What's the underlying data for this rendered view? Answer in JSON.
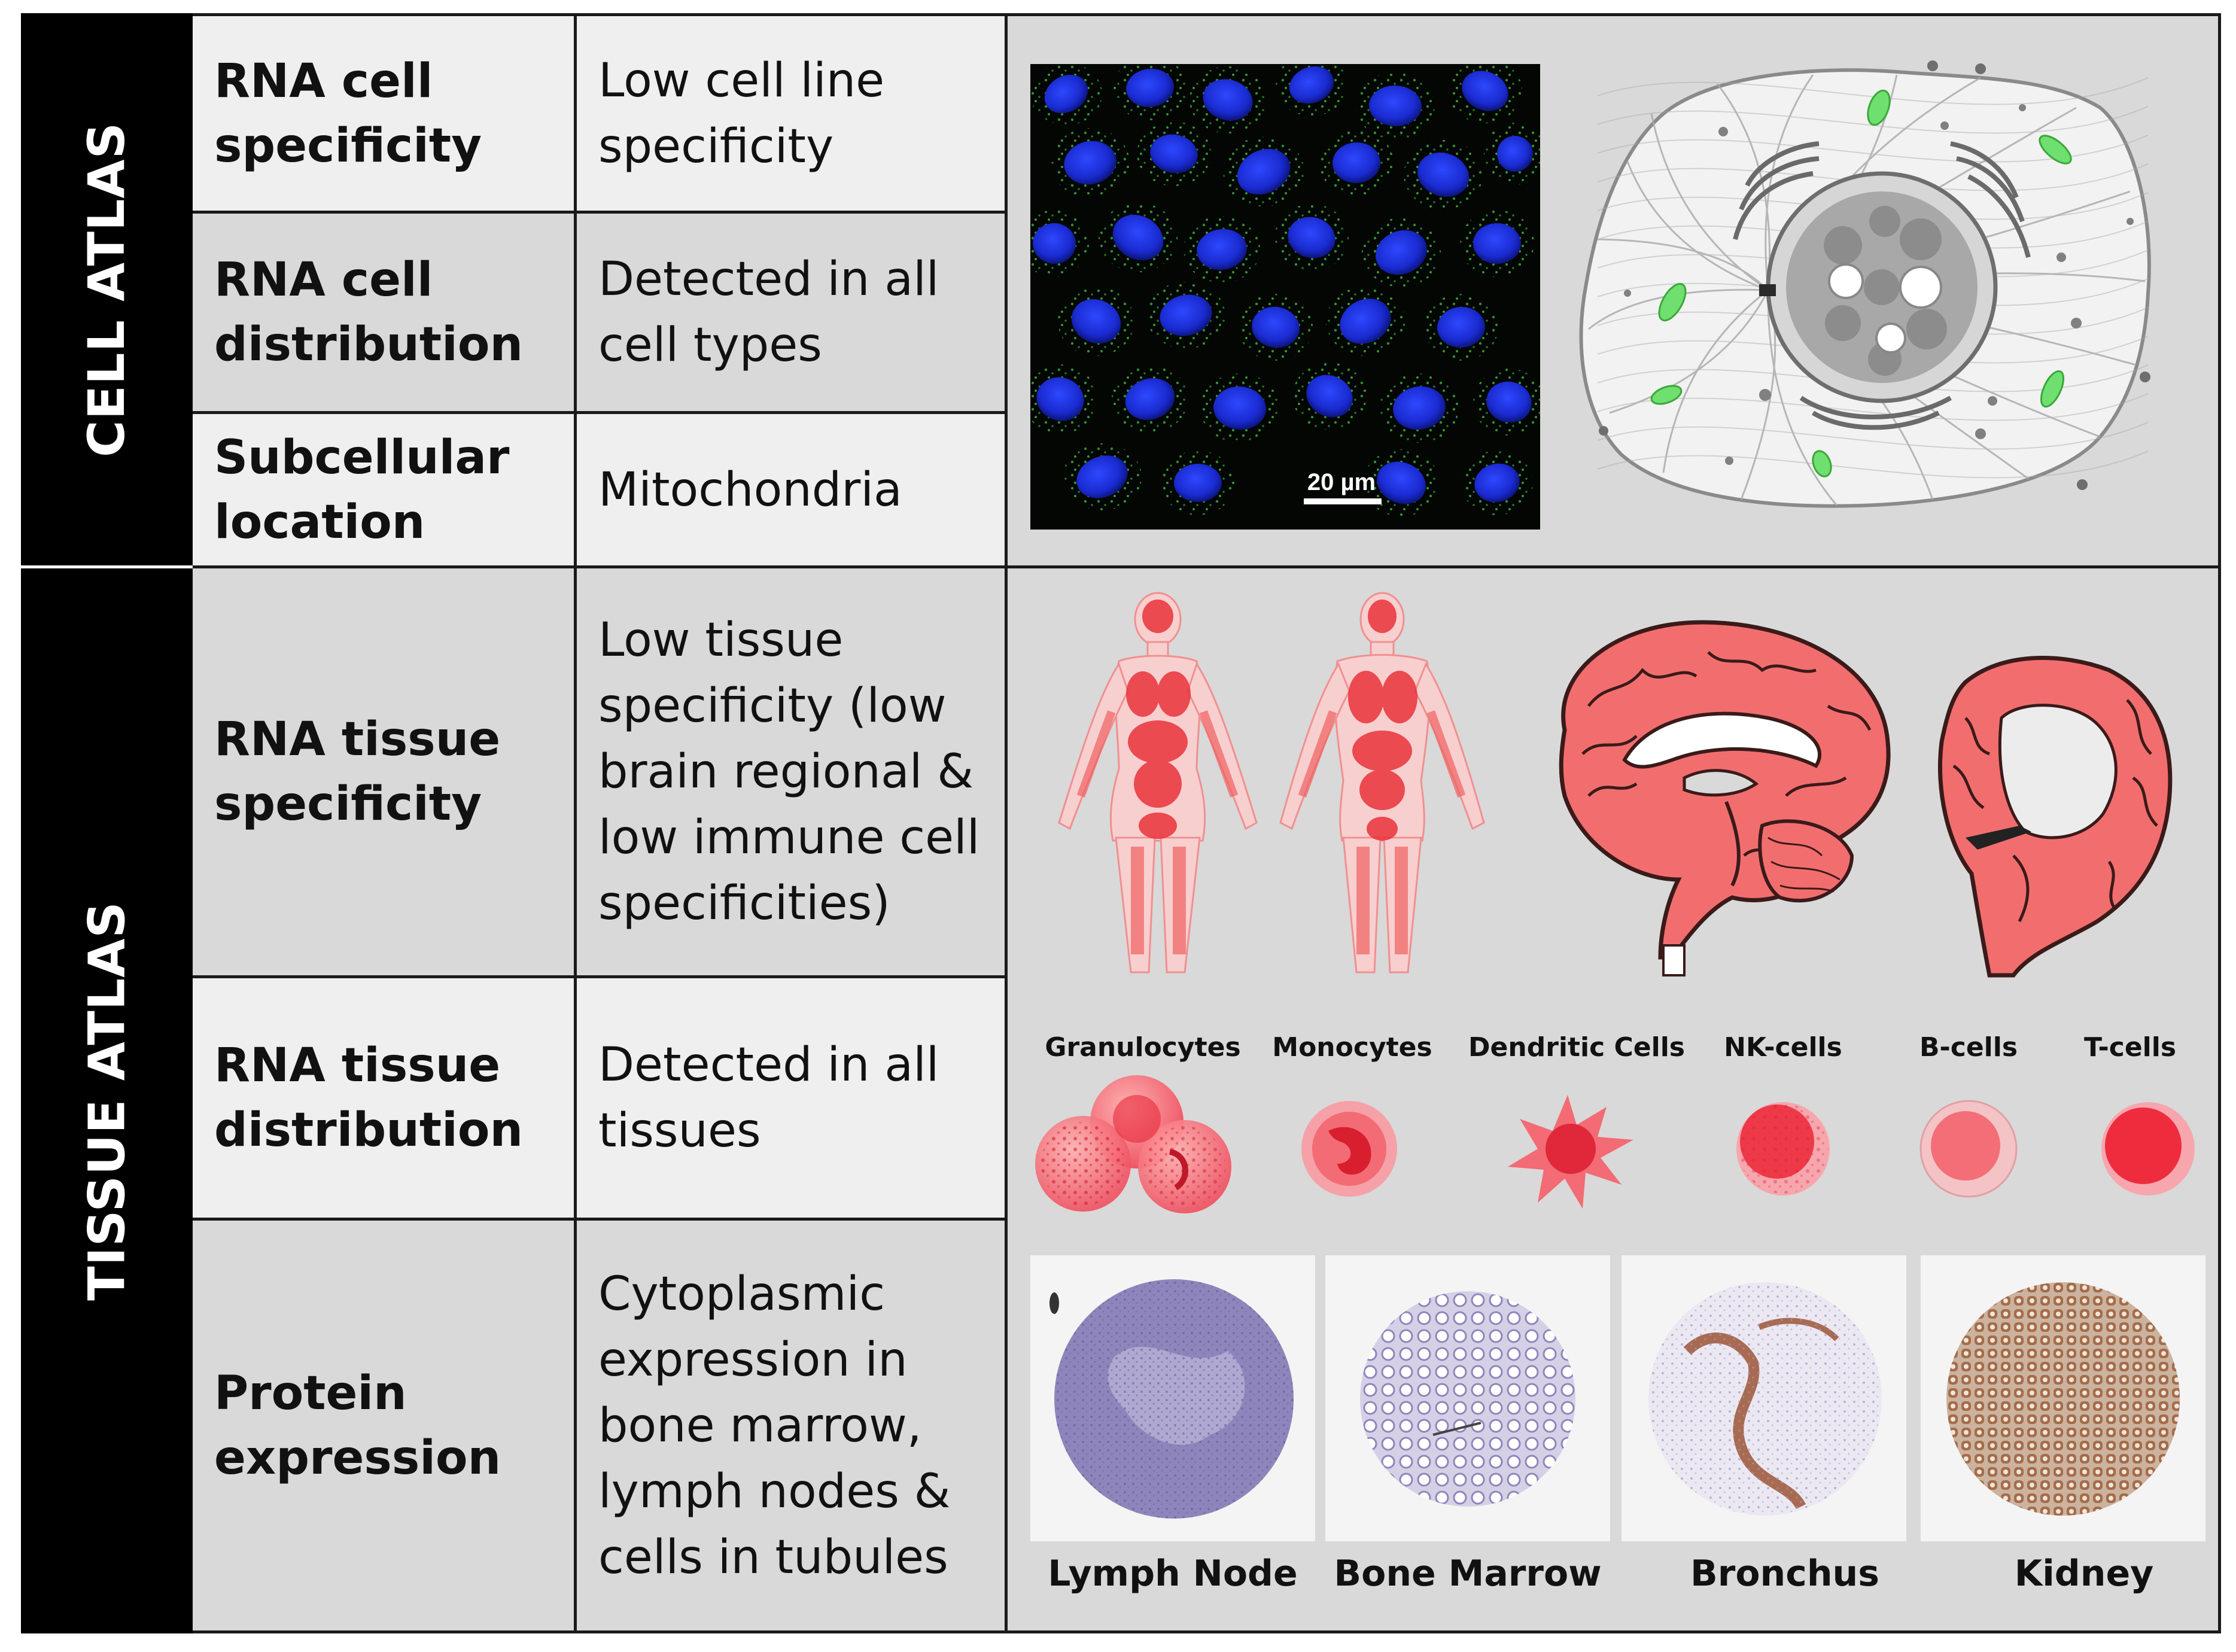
{
  "bands": {
    "cell": "CELL ATLAS",
    "tissue": "TISSUE ATLAS"
  },
  "rows": [
    {
      "label": "RNA cell specificity",
      "value": "Low cell line specificity"
    },
    {
      "label": "RNA cell distribution",
      "value": "Detected in all cell types"
    },
    {
      "label": "Subcellular location",
      "value": "Mitochondria"
    },
    {
      "label": "RNA tissue specificity",
      "value": "Low tissue specificity (low brain regional & low immune cell specificities)"
    },
    {
      "label": "RNA tissue distribution",
      "value": "Detected in all tissues"
    },
    {
      "label": "Protein expression",
      "value": "Cytoplasmic expression in bone marrow, lymph nodes & cells in tubules"
    }
  ],
  "micrograph": {
    "scale_label": "20 µm"
  },
  "immune_cells": [
    "Granulocytes",
    "Monocytes",
    "Dendritic Cells",
    "NK-cells",
    "B-cells",
    "T-cells"
  ],
  "tissues": [
    "Lymph Node",
    "Bone Marrow",
    "Bronchus",
    "Kidney"
  ],
  "colors": {
    "organ_red": "#f06a6a",
    "nucleus_blue": "#1b2bd6",
    "mito_green": "#4cd84c",
    "panel_gray": "#d9d9d9",
    "hematoxylin": "#8c83b8",
    "dab_brown": "#b07850"
  }
}
